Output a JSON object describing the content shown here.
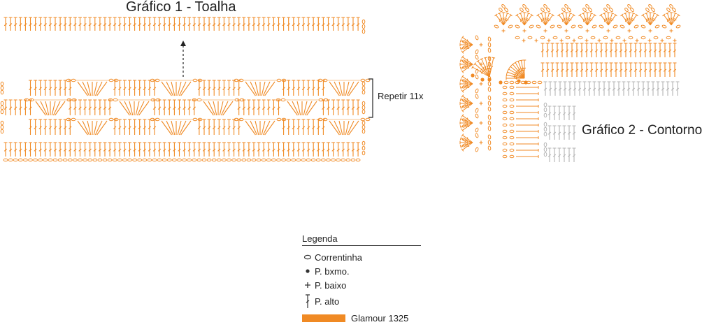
{
  "chart1": {
    "title": "Gráfico 1 - Toalha",
    "repeat_label": "Repetir 11x"
  },
  "chart2": {
    "title": "Gráfico 2 - Contorno"
  },
  "legend": {
    "title": "Legenda",
    "items": [
      {
        "symbol": "chain-icon",
        "label": "Correntinha"
      },
      {
        "symbol": "slip-stitch-icon",
        "label": "P. bxmo."
      },
      {
        "symbol": "single-crochet-icon",
        "label": "P. baixo"
      },
      {
        "symbol": "double-crochet-icon",
        "label": "P. alto"
      }
    ],
    "yarn": {
      "label": "Glamour 1325",
      "color": "#f08a24"
    }
  },
  "colors": {
    "stitch": "#f08a24",
    "stitch_grey": "#b5b5b5",
    "text": "#222222"
  }
}
